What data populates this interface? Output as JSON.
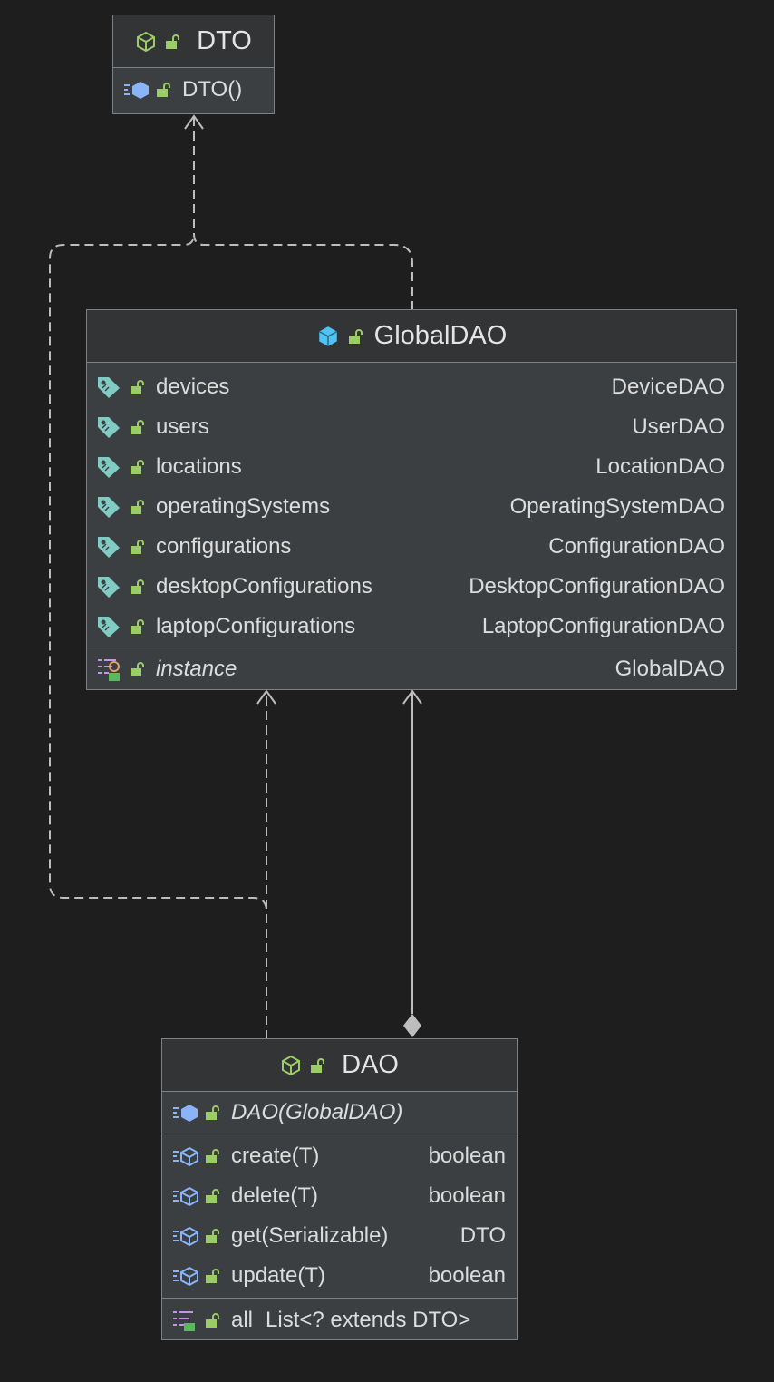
{
  "classes": {
    "dto": {
      "name": "DTO",
      "constructor": "DTO()"
    },
    "global_dao": {
      "name": "GlobalDAO",
      "fields": [
        {
          "name": "devices",
          "type": "DeviceDAO"
        },
        {
          "name": "users",
          "type": "UserDAO"
        },
        {
          "name": "locations",
          "type": "LocationDAO"
        },
        {
          "name": "operatingSystems",
          "type": "OperatingSystemDAO"
        },
        {
          "name": "configurations",
          "type": "ConfigurationDAO"
        },
        {
          "name": "desktopConfigurations",
          "type": "DesktopConfigurationDAO"
        },
        {
          "name": "laptopConfigurations",
          "type": "LaptopConfigurationDAO"
        }
      ],
      "static_field": {
        "name": "instance",
        "type": "GlobalDAO"
      }
    },
    "dao": {
      "name": "DAO",
      "constructor": "DAO(GlobalDAO)",
      "methods": [
        {
          "name": "create(T)",
          "type": "boolean"
        },
        {
          "name": "delete(T)",
          "type": "boolean"
        },
        {
          "name": "get(Serializable)",
          "type": "DTO"
        },
        {
          "name": "update(T)",
          "type": "boolean"
        }
      ],
      "property": {
        "name": "all",
        "type": "List<? extends DTO>"
      }
    }
  },
  "relations": [
    {
      "from": "DAO",
      "to": "DTO",
      "kind": "dependency"
    },
    {
      "from": "GlobalDAO",
      "to": "DTO",
      "kind": "dependency"
    },
    {
      "from": "DAO",
      "to": "GlobalDAO",
      "kind": "dependency"
    },
    {
      "from": "DAO",
      "to": "GlobalDAO",
      "kind": "composition"
    }
  ],
  "colors": {
    "background": "#1e1e1e",
    "box": "#3c3f41",
    "header": "#323436",
    "border": "#7d8184",
    "edge": "#bdbdbd",
    "lock": "#9ccc65",
    "class_icon": "#4fc3f7",
    "method_icon": "#8ab4f8",
    "field_icon": "#80cbc4"
  }
}
